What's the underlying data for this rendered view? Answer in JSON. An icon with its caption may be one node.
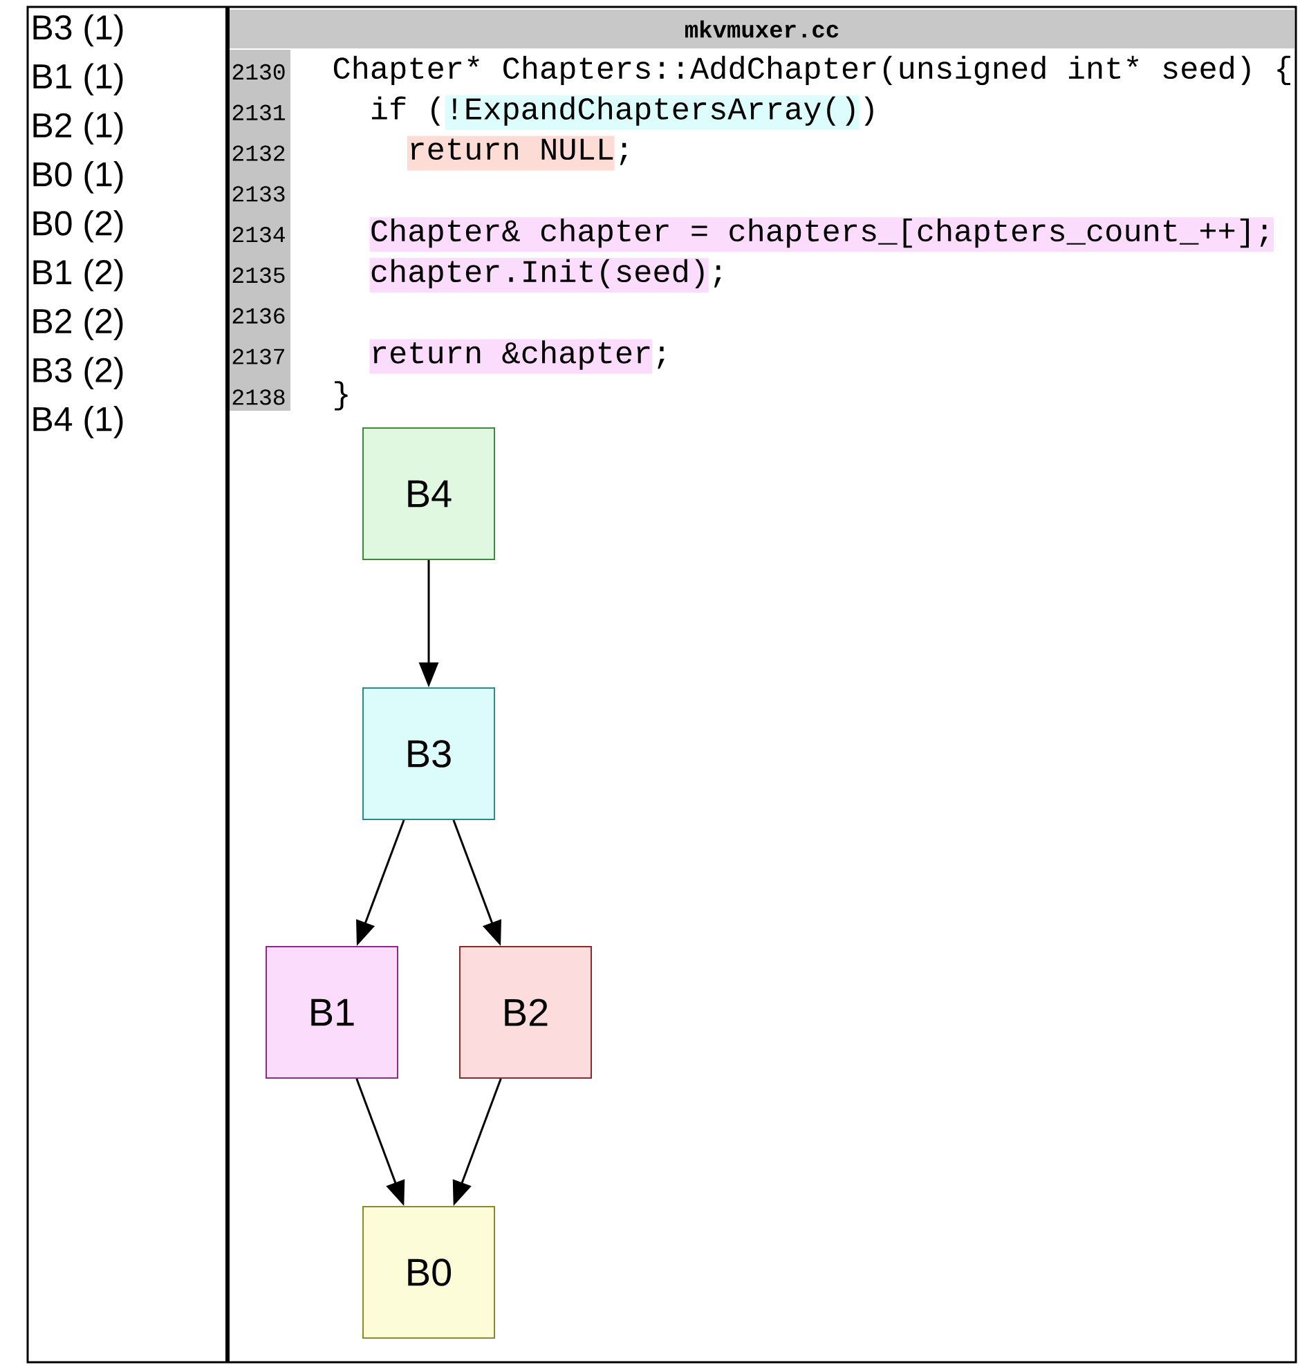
{
  "diagram": {
    "title": "mkvmuxer.cc",
    "nodes": [
      {
        "text": [
          "B4"
        ]
      },
      {
        "text": [
          "B3"
        ]
      },
      {
        "text": [
          "B1"
        ]
      },
      {
        "text": [
          "B2"
        ]
      },
      {
        "text": [
          "B0"
        ]
      }
    ],
    "edges": [
      {
        "from": 0,
        "to": 1,
        "arrow": "to"
      },
      {
        "from": 1,
        "to": 2,
        "arrow": "to"
      },
      {
        "from": 1,
        "to": 3,
        "arrow": "to"
      },
      {
        "from": 2,
        "to": 4,
        "arrow": "to"
      },
      {
        "from": 3,
        "to": 4,
        "arrow": "to"
      }
    ],
    "labels": [
      "B3 (1)",
      "B1 (1)",
      "B2 (1)",
      "B0 (1)",
      "B0 (2)",
      "B1 (2)",
      "B2 (2)",
      "B3 (2)",
      "B4 (1)",
      "2130",
      "Chapter* Chapters::AddChapter(unsigned int* seed) {",
      "2131",
      "if (!ExpandChaptersArray())",
      "2132",
      "return NULL;",
      "2133",
      "2134",
      "Chapter& chapter = chapters_[chapters_count_++];",
      "2135",
      "chapter.Init(seed);",
      "2136",
      "2137",
      "return &chapter;",
      "2138",
      "}"
    ]
  }
}
